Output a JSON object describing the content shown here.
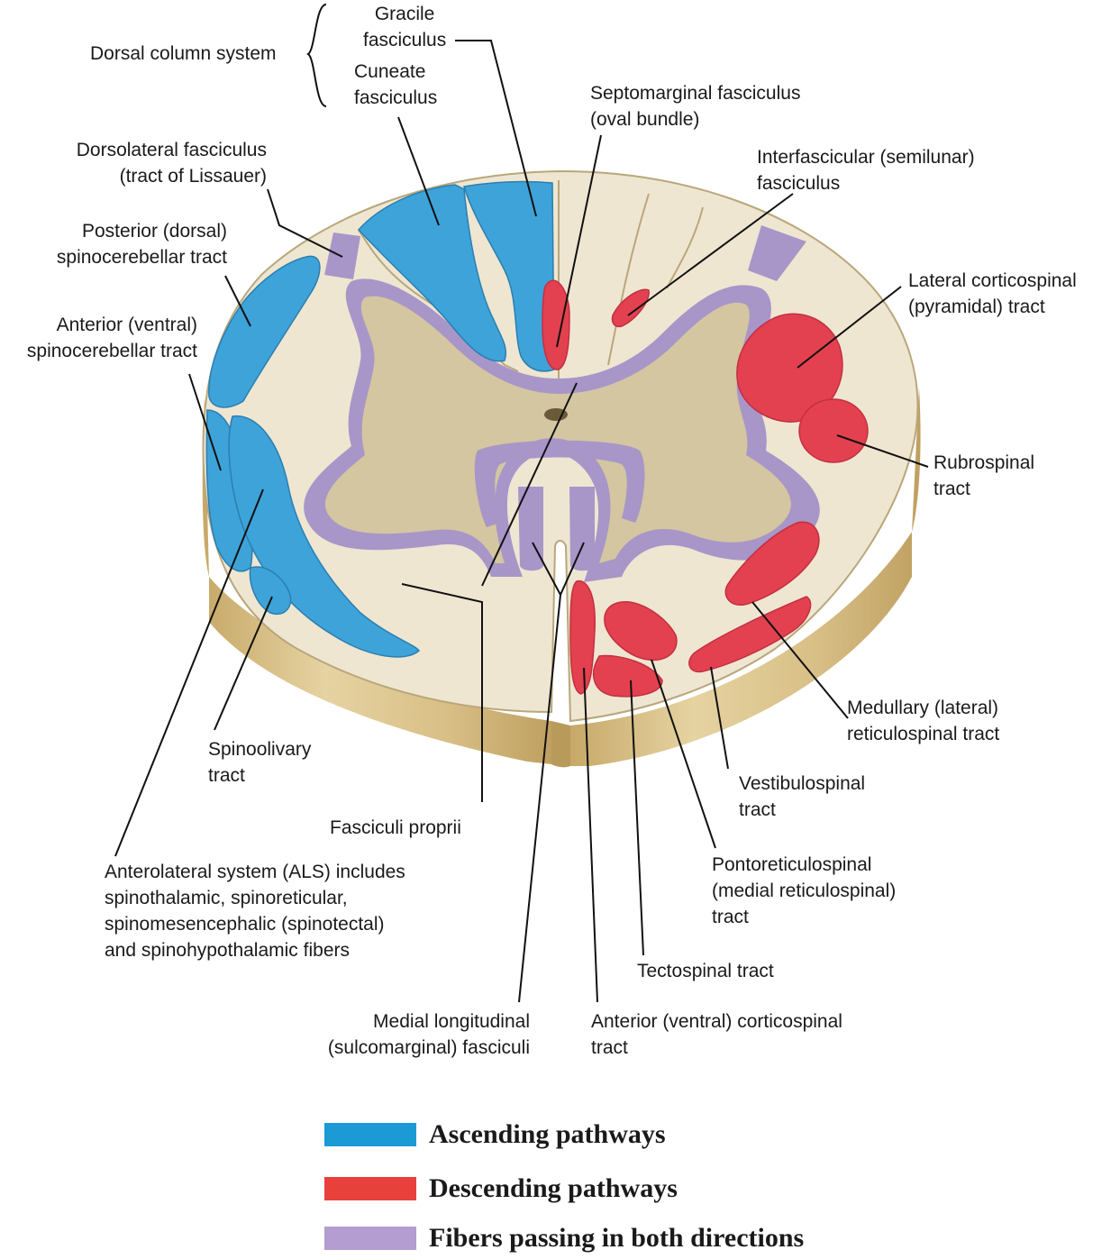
{
  "labels": {
    "dorsal_column_system": "Dorsal column system",
    "gracile": [
      "Gracile",
      "fasciculus"
    ],
    "cuneate": [
      "Cuneate",
      "fasciculus"
    ],
    "septomarginal": [
      "Septomarginal fasciculus",
      "(oval bundle)"
    ],
    "interfascicular": [
      "Interfascicular (semilunar)",
      "fasciculus"
    ],
    "dorsolateral": [
      "Dorsolateral fasciculus",
      "(tract of Lissauer)"
    ],
    "posterior_spinocerebellar": [
      "Posterior (dorsal)",
      "spinocerebellar tract"
    ],
    "anterior_spinocerebellar": [
      "Anterior (ventral)",
      "spinocerebellar tract"
    ],
    "lateral_corticospinal": [
      "Lateral corticospinal",
      "(pyramidal) tract"
    ],
    "rubrospinal": [
      "Rubrospinal",
      "tract"
    ],
    "medullary_reticulospinal": [
      "Medullary (lateral)",
      "reticulospinal tract"
    ],
    "vestibulospinal": [
      "Vestibulospinal",
      "tract"
    ],
    "spinoolivary": [
      "Spinoolivary",
      "tract"
    ],
    "fasciculi_proprii": "Fasciculi proprii",
    "pontoreticulospinal": [
      "Pontoreticulospinal",
      "(medial reticulospinal)",
      "tract"
    ],
    "als": [
      "Anterolateral system (ALS) includes",
      "spinothalamic, spinoreticular,",
      "spinomesencephalic (spinotectal)",
      "and spinohypothalamic fibers"
    ],
    "tectospinal": "Tectospinal tract",
    "medial_longitudinal": [
      "Medial longitudinal",
      "(sulcomarginal) fasciculi"
    ],
    "anterior_corticospinal": [
      "Anterior (ventral) corticospinal",
      "tract"
    ]
  },
  "legend": [
    {
      "label": "Ascending pathways",
      "color": "#1b9ad6"
    },
    {
      "label": "Descending pathways",
      "color": "#e8413c"
    },
    {
      "label": "Fibers passing in both directions",
      "color": "#b49dd0"
    }
  ],
  "colors": {
    "ascending": "#3ea3d9",
    "descending": "#e3414f",
    "both": "#a896c8",
    "white_matter": "#efe6d2",
    "gray_matter": "#d3c6a0",
    "side": "#d9c088"
  }
}
